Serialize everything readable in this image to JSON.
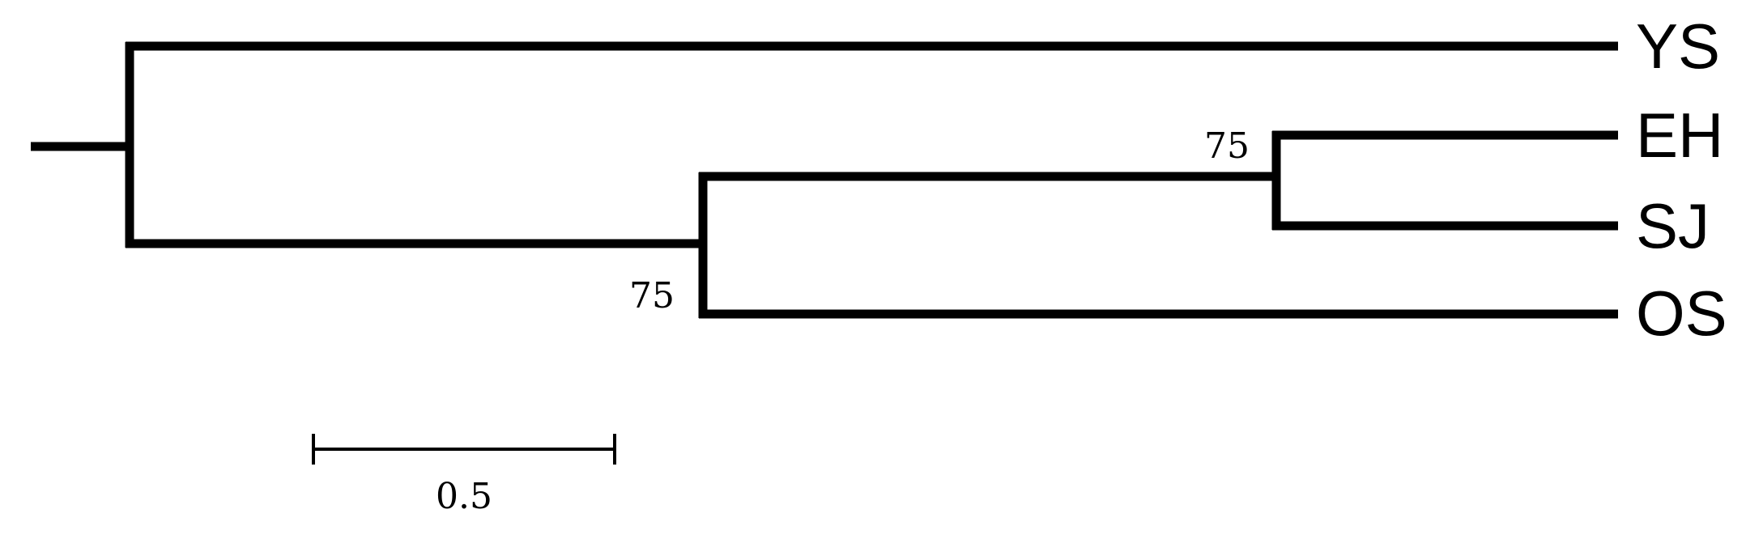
{
  "tree": {
    "tips": [
      {
        "id": "ys",
        "label": "YS"
      },
      {
        "id": "eh",
        "label": "EH"
      },
      {
        "id": "sj",
        "label": "SJ"
      },
      {
        "id": "os",
        "label": "OS"
      }
    ],
    "support_values": {
      "eh_sj_clade": "75",
      "eh_sj_os_clade": "75"
    },
    "scale_bar": {
      "label": "0.5",
      "length_units": 0.5
    },
    "line_color": "#000000"
  }
}
